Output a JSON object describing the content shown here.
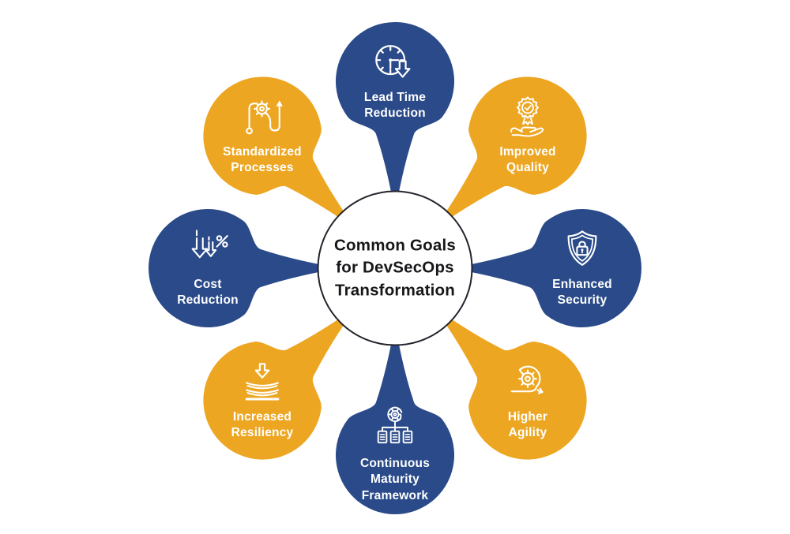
{
  "center": {
    "title": "Common Goals\nfor DevSecOps\nTransformation"
  },
  "colors": {
    "blue": "#2a4a89",
    "yellow": "#eda621",
    "label_text": "#ffffff",
    "center_text": "#17171a",
    "hub_fill": "#ffffff",
    "hub_border": "#23232d",
    "background": "#ffffff"
  },
  "petals": [
    {
      "label": "Lead Time\nReduction",
      "color": "#2a4a89",
      "icon": "stopwatch-down-arrow-icon",
      "position": "top"
    },
    {
      "label": "Improved\nQuality",
      "color": "#eda621",
      "icon": "medal-in-hand-icon",
      "position": "top-right"
    },
    {
      "label": "Enhanced\nSecurity",
      "color": "#2a4a89",
      "icon": "shield-lock-icon",
      "position": "right"
    },
    {
      "label": "Higher\nAgility",
      "color": "#eda621",
      "icon": "gear-cycle-arrow-icon",
      "position": "bottom-right"
    },
    {
      "label": "Continuous\nMaturity\nFramework",
      "color": "#2a4a89",
      "icon": "gear-hierarchy-icon",
      "position": "bottom"
    },
    {
      "label": "Increased\nResiliency",
      "color": "#eda621",
      "icon": "compression-layers-icon",
      "position": "bottom-left"
    },
    {
      "label": "Cost\nReduction",
      "color": "#2a4a89",
      "icon": "down-arrows-percent-icon",
      "position": "left"
    },
    {
      "label": "Standardized\nProcesses",
      "color": "#eda621",
      "icon": "gear-process-flow-icon",
      "position": "top-left"
    }
  ]
}
